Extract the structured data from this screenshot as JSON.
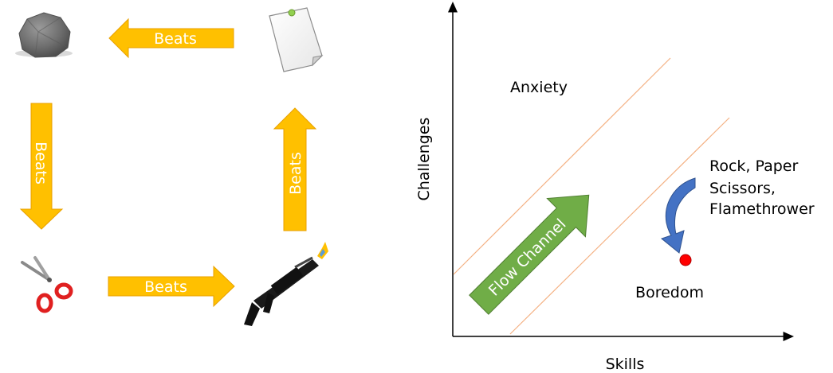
{
  "cycle": {
    "arrow_label": "Beats",
    "arrow_color": "#FFC000",
    "arrow_edge": "#E8A000",
    "items": [
      "rock-icon",
      "paper-icon",
      "flamethrower-icon",
      "scissors-icon"
    ]
  },
  "flow": {
    "y_axis_label": "Challenges",
    "x_axis_label": "Skills",
    "anxiety_label": "Anxiety",
    "boredom_label": "Boredom",
    "channel_label": "Flow Channel",
    "note_lines": [
      "Rock, Paper",
      "Scissors,",
      "Flamethrower"
    ],
    "channel_color": "#70AD47",
    "channel_edge_color": "#F4B183",
    "note_arrow_color": "#4472C4",
    "point_color": "#FF0000"
  }
}
